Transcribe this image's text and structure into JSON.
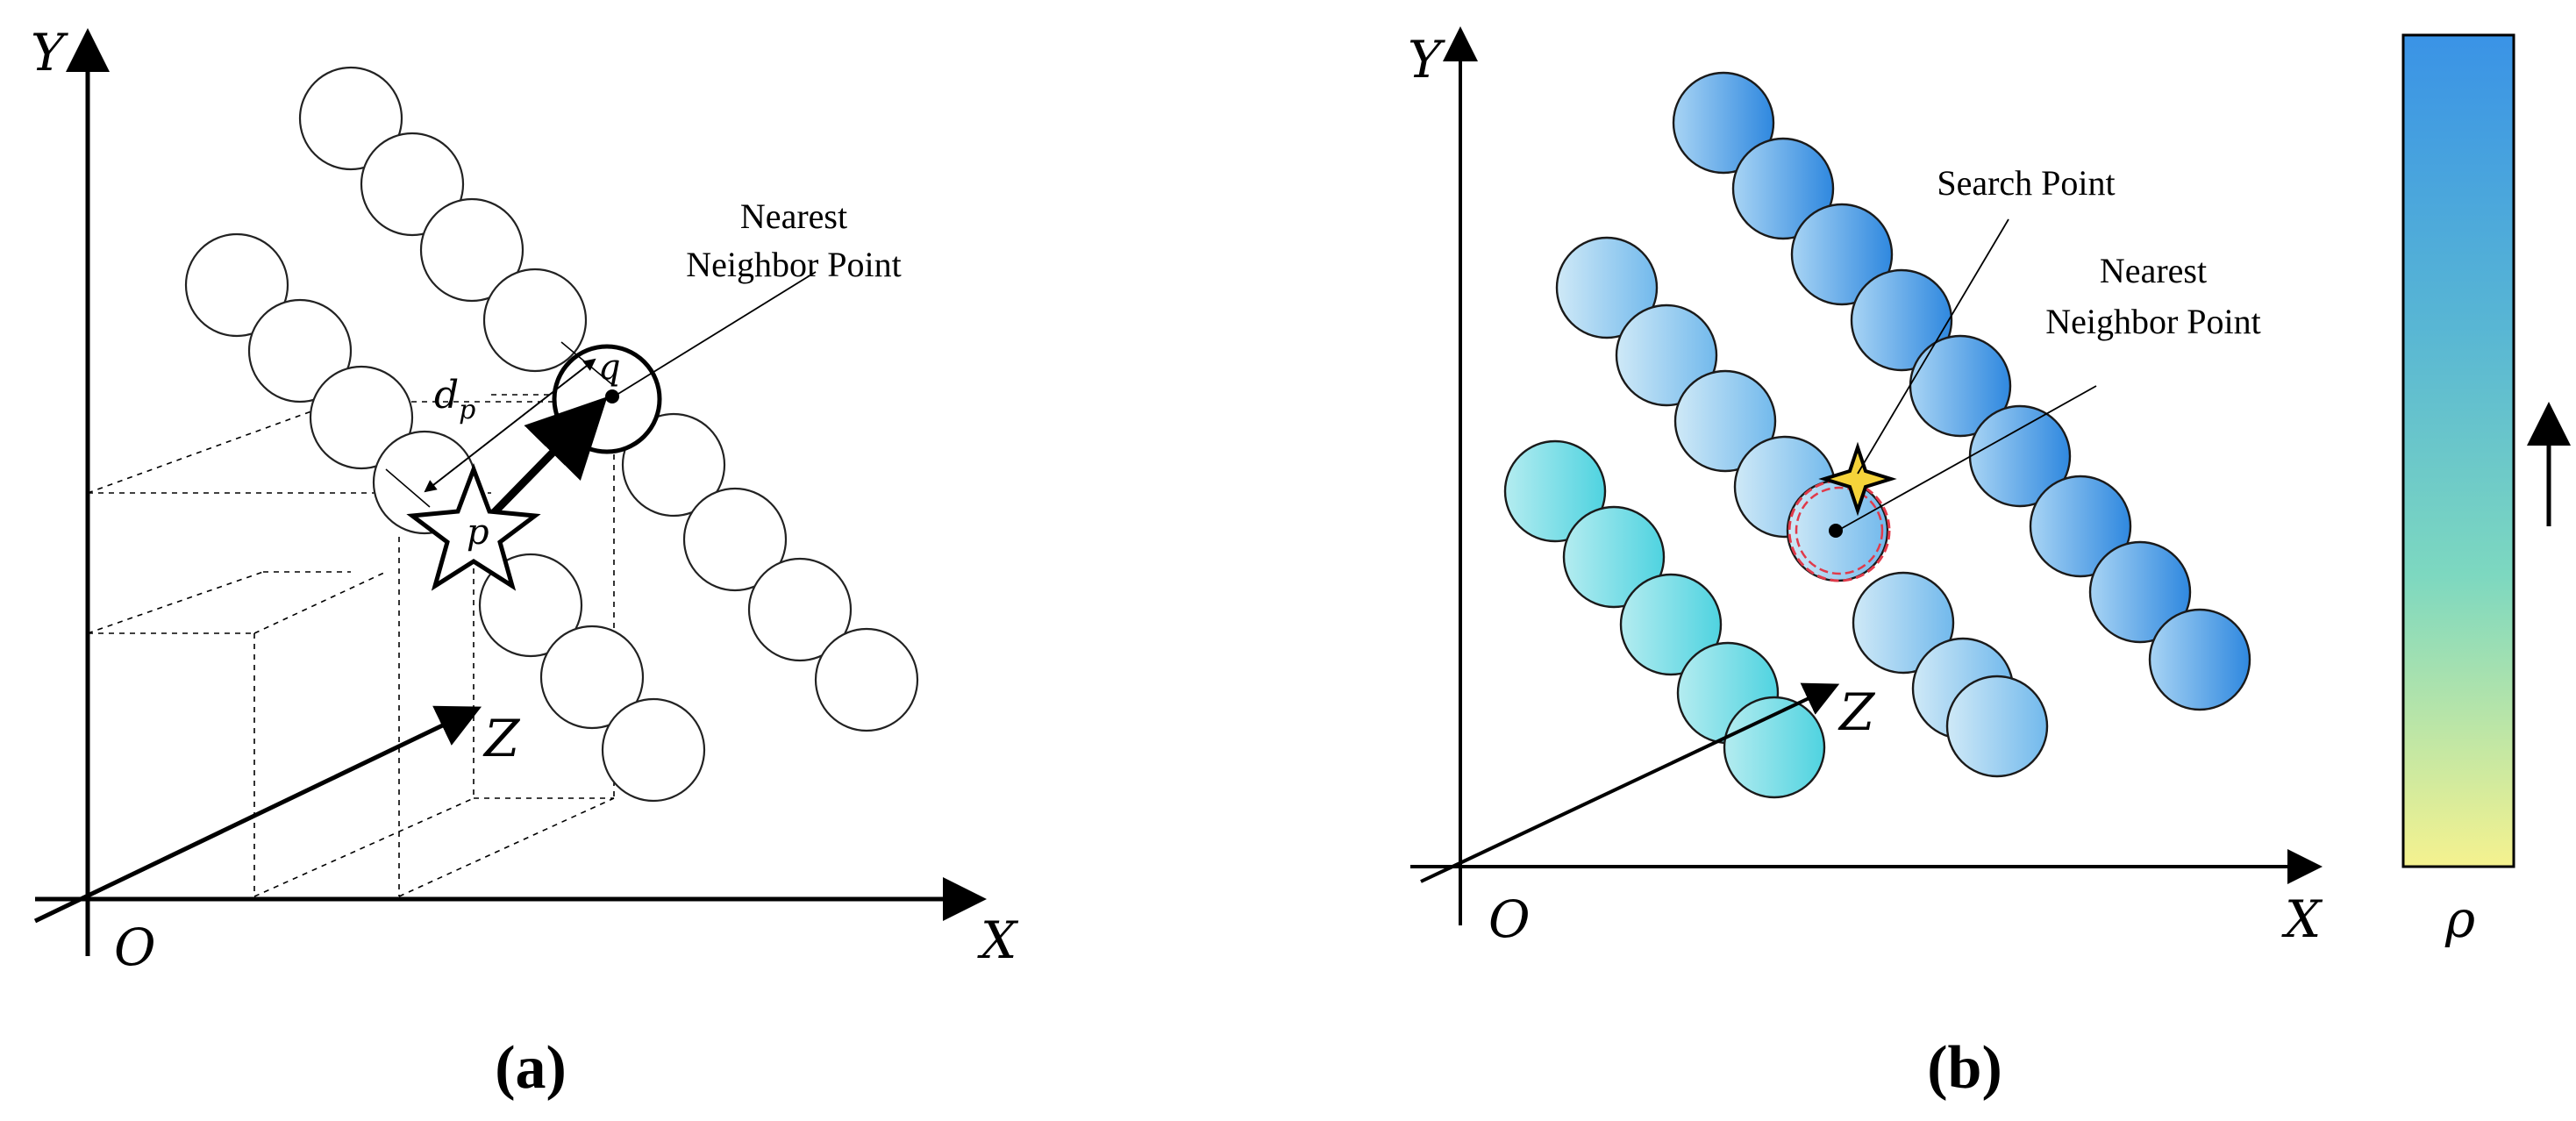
{
  "panel_a": {
    "caption": "(a)",
    "axis_x": "X",
    "axis_y": "Y",
    "axis_z": "Z",
    "origin": "O",
    "point_q": "q",
    "point_p": "p",
    "distance_label": "d",
    "distance_subscript": "p",
    "annotation_line1": "Nearest",
    "annotation_line2": "Neighbor Point"
  },
  "panel_b": {
    "caption": "(b)",
    "axis_x": "X",
    "axis_y": "Y",
    "axis_z": "Z",
    "origin": "O",
    "search_label": "Search Point",
    "annotation_line1": "Nearest",
    "annotation_line2": "Neighbor Point",
    "colorbar_label": "ρ",
    "colorbar_colors": [
      "#3a93e6",
      "#58b6d4",
      "#7dd8c0",
      "#f5f28f"
    ],
    "sphere_colors": [
      "#7fe0e8",
      "#9fd0f0",
      "#5aa8e8"
    ],
    "marker_color": "#e03a4a",
    "star_color": "#f5d33a"
  }
}
